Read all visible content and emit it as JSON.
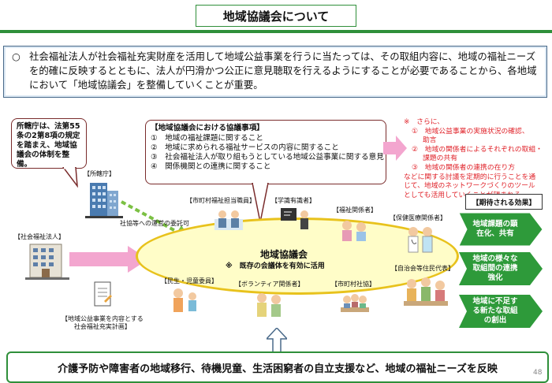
{
  "title": "地域協議会について",
  "intro": {
    "bullet": "○",
    "text": "社会福祉法人が社会福祉充実財産を活用して地域公益事業を行うに当たっては、その取組内容に、地域の福祉ニーズを的確に反映するとともに、法人が円滑かつ公正に意見聴取を行えるようにすることが必要であることから、各地域において「地域協議会」を整備していくことが重要。"
  },
  "authority_note": "所轄庁は、法第55条の2第8項の規定を踏まえ、地域協議会の体制を整備。",
  "matters": {
    "heading": "【地域協議会における協議事項】",
    "items": [
      "①　地域の福祉課題に関すること",
      "②　地域に求められる福祉サービスの内容に関すること",
      "③　社会福祉法人が取り組もうとしている地域公益事業に関する意見",
      "④　関係機関との連携に関すること"
    ]
  },
  "furthermore": {
    "lead": "※　さらに、",
    "lines": [
      "①　地域公益事業の実施状況の確認、",
      "助言",
      "②　地域の関係者によるそれぞれの取組・",
      "課題の共有",
      "③　地域の関係者の連携の在り方",
      "などに関する討議を定期的に行うことを通",
      "じて、地域のネットワークづくりのツール",
      "としても活用していくことが望まれる。"
    ]
  },
  "labels": {
    "authority": "【所轄庁】",
    "corporation": "【社会福祉法人】",
    "plan": [
      "【地域公益事業を内容とする",
      "社会福祉充実計画】"
    ],
    "commission": "社協等への運営の委託可",
    "city_staff": "【市町村福祉担当職員】",
    "experts": "【学識有識者】",
    "welfare": "【福祉関係者】",
    "medical": "【保健医療関係者】",
    "residents": "【自治会等住民代表】",
    "minsei": "【民生・児童委員】",
    "volunteer": "【ボランティア関係者】",
    "shakyo": "【市町村社協】"
  },
  "council": {
    "title": "地域協議会",
    "subtitle": "※　既存の会議体を有効に活用"
  },
  "expected_effects": {
    "heading": "【期待される効果】",
    "items": [
      [
        "地域課題の顕",
        "在化、共有"
      ],
      [
        "地域の様々な",
        "取組間の連携",
        "強化"
      ],
      [
        "地域に不足す",
        "る新たな取組",
        "の創出"
      ]
    ]
  },
  "bottom_banner": "介護予防や障害者の地域移行、待機児童、生活困窮者の自立支援など、地域の福祉ニーズを反映",
  "page_number": "48",
  "colors": {
    "green": "#2f8f3a",
    "effect_green": "#2e9a3a",
    "pink_arrow": "#f3a6cf",
    "red_text": "#e0242b",
    "ellipse_fill": "#fffdc8",
    "ellipse_border": "#e8c21c"
  }
}
